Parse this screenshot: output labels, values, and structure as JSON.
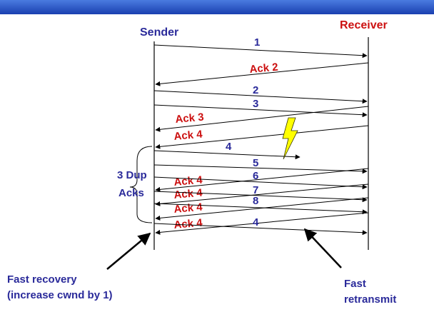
{
  "colors": {
    "blue_text": "#2a2a9a",
    "red_text": "#cc1111",
    "line": "#000000",
    "lightning": "#ffff00",
    "header": "#1a3fb0"
  },
  "header": {
    "sender": "Sender",
    "receiver": "Receiver"
  },
  "segments": {
    "s1": "1",
    "s2": "2",
    "s3": "3",
    "s4_lost": "4",
    "s5": "5",
    "s6": "6",
    "s7": "7",
    "s8": "8",
    "s4_retx": "4"
  },
  "acks": {
    "a2": "Ack 2",
    "a3": "Ack 3",
    "a4_first": "Ack 4",
    "dup1": "Ack 4",
    "dup2": "Ack 4",
    "dup3": "Ack 4",
    "dup4": "Ack 4"
  },
  "brace": {
    "line1": "3 Dup",
    "line2": "Acks"
  },
  "notes": {
    "recovery_line1": "Fast  recovery",
    "recovery_line2": "(increase cwnd by 1)",
    "retransmit_line1": "Fast",
    "retransmit_line2": "retransmit"
  }
}
